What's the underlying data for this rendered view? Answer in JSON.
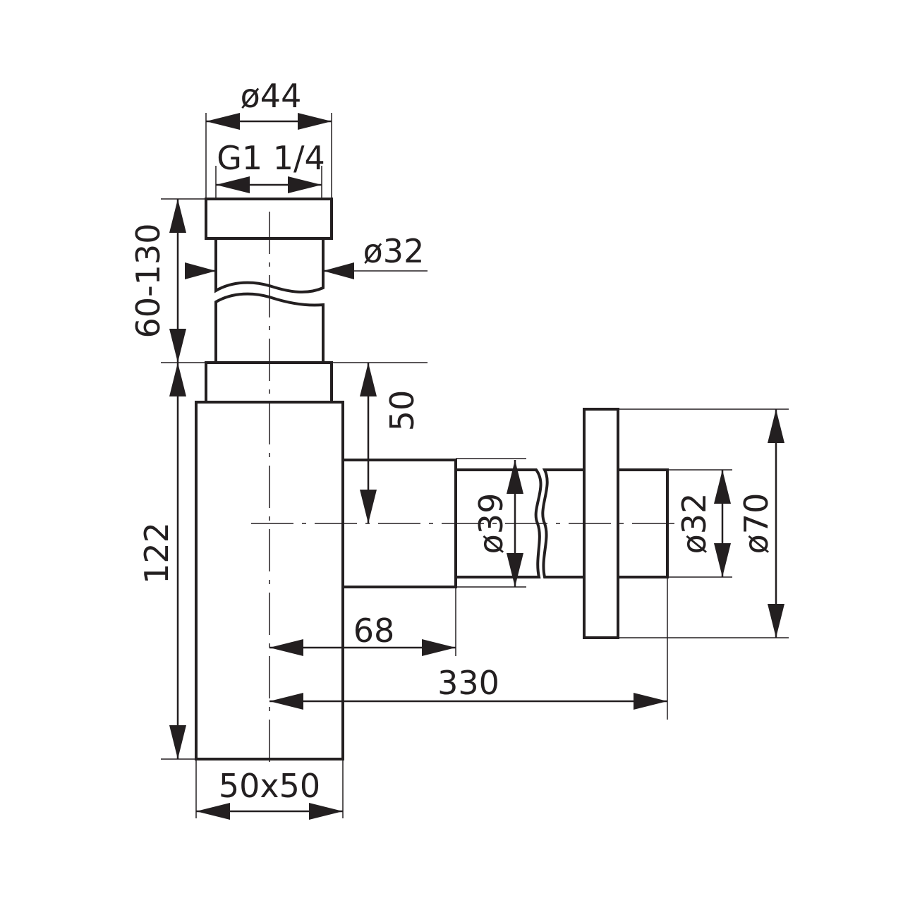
{
  "diagram": {
    "line_color": "#231f20",
    "labels": {
      "top_outer_diameter": "ø44",
      "thread": "G1 1/4",
      "inlet_tube_diameter": "ø32",
      "height_adjust": "60-130",
      "body_height": "122",
      "outlet_offset": "50",
      "outlet_pipe_diameter": "ø39",
      "wall_pipe_diameter": "ø32",
      "rosette_diameter": "ø70",
      "outlet_length": "68",
      "total_reach": "330",
      "body_section": "50x50"
    }
  }
}
